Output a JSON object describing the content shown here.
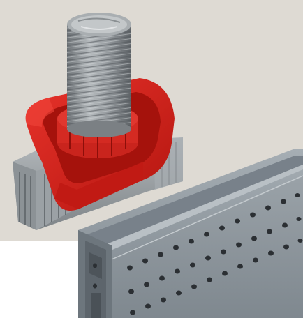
{
  "image": {
    "subject": "product-photo",
    "objects": [
      "hex-head-bolt",
      "red-plastic-retainer-clip",
      "serrated-channel-nut",
      "perforated-steel-strut-channel"
    ]
  },
  "colors": {
    "backdrop": "#dedad3",
    "background": "#ffffff",
    "clip_red": "#d9221e",
    "steel_grey": "#8f9599",
    "channel_grey": "#8a939a",
    "hole_dark": "#2b2f33"
  }
}
